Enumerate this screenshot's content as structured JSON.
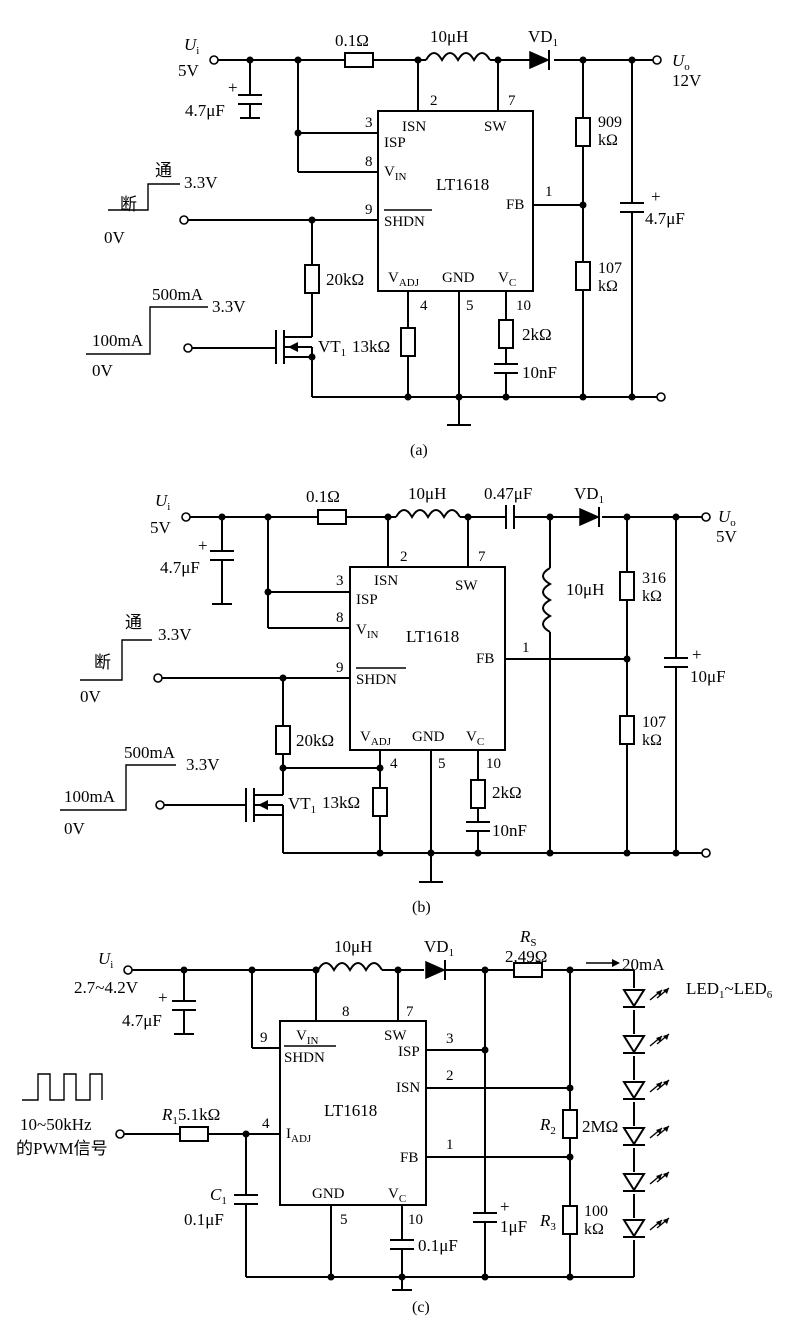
{
  "a": {
    "caption": "(a)",
    "input": {
      "label_main": "U",
      "label_sub": "i",
      "voltage": "5V"
    },
    "output": {
      "label_main": "U",
      "label_sub": "o",
      "voltage": "12V"
    },
    "c_in": {
      "value": "4.7μF",
      "polarity": "+"
    },
    "r_sense": "0.1Ω",
    "inductor": "10μH",
    "diode": {
      "main": "VD",
      "sub": "1"
    },
    "r_top": {
      "line1": "909",
      "line2": "kΩ"
    },
    "r_bot": {
      "line1": "107",
      "line2": "kΩ"
    },
    "c_out": {
      "value": "4.7μF",
      "polarity": "+"
    },
    "chip": "LT1618",
    "pins": {
      "p2": "2",
      "p7": "7",
      "p3": "3",
      "p8": "8",
      "p9": "9",
      "p1": "1",
      "p4": "4",
      "p5": "5",
      "p10": "10"
    },
    "pin_names": {
      "isn": "ISN",
      "sw": "SW",
      "isp": "ISP",
      "vin": "V",
      "vin_sub": "IN",
      "shdn": "SHDN",
      "fb": "FB",
      "vadj": "V",
      "vadj_sub": "ADJ",
      "gnd": "GND",
      "vc": "V",
      "vc_sub": "C"
    },
    "shdn_ctrl": {
      "on": "通",
      "on_v": "3.3V",
      "off": "断",
      "off_v": "0V"
    },
    "cur_ctrl": {
      "hi": "500mA",
      "hi_v": "3.3V",
      "lo": "100mA",
      "lo_v": "0V"
    },
    "r_20k": "20kΩ",
    "vt": {
      "main": "VT",
      "sub": "1"
    },
    "r_13k": "13kΩ",
    "r_2k": "2kΩ",
    "c_10n": "10nF"
  },
  "b": {
    "caption": "(b)",
    "input": {
      "label_main": "U",
      "label_sub": "i",
      "voltage": "5V"
    },
    "output": {
      "label_main": "U",
      "label_sub": "o",
      "voltage": "5V"
    },
    "c_in": {
      "value": "4.7μF",
      "polarity": "+"
    },
    "r_sense": "0.1Ω",
    "inductor": "10μH",
    "c_couple": "0.47μF",
    "diode": {
      "main": "VD",
      "sub": "1"
    },
    "inductor2": "10μH",
    "r_top": {
      "line1": "316",
      "line2": "kΩ"
    },
    "r_bot": {
      "line1": "107",
      "line2": "kΩ"
    },
    "c_out": {
      "value": "10μF",
      "polarity": "+"
    },
    "chip": "LT1618",
    "pins": {
      "p2": "2",
      "p7": "7",
      "p3": "3",
      "p8": "8",
      "p9": "9",
      "p1": "1",
      "p4": "4",
      "p5": "5",
      "p10": "10"
    },
    "pin_names": {
      "isn": "ISN",
      "sw": "SW",
      "isp": "ISP",
      "vin": "V",
      "vin_sub": "IN",
      "shdn": "SHDN",
      "fb": "FB",
      "vadj": "V",
      "vadj_sub": "ADJ",
      "gnd": "GND",
      "vc": "V",
      "vc_sub": "C"
    },
    "shdn_ctrl": {
      "on": "通",
      "on_v": "3.3V",
      "off": "断",
      "off_v": "0V"
    },
    "cur_ctrl": {
      "hi": "500mA",
      "hi_v": "3.3V",
      "lo": "100mA",
      "lo_v": "0V"
    },
    "r_20k": "20kΩ",
    "vt": {
      "main": "VT",
      "sub": "1"
    },
    "r_13k": "13kΩ",
    "r_2k": "2kΩ",
    "c_10n": "10nF"
  },
  "c": {
    "caption": "(c)",
    "input": {
      "label_main": "U",
      "label_sub": "i",
      "voltage": "2.7~4.2V"
    },
    "c_in": {
      "value": "4.7μF",
      "polarity": "+"
    },
    "inductor": "10μH",
    "diode": {
      "main": "VD",
      "sub": "1"
    },
    "rs": {
      "main": "R",
      "sub": "S",
      "value": "2.49Ω"
    },
    "current": "20mA",
    "leds": {
      "main": "LED",
      "sub1": "1",
      "sep": "~LED",
      "sub2": "6"
    },
    "chip": "LT1618",
    "pins": {
      "p9": "9",
      "p8": "8",
      "p7": "7",
      "p3": "3",
      "p2": "2",
      "p4": "4",
      "p1": "1",
      "p5": "5",
      "p10": "10"
    },
    "pin_names": {
      "vin": "V",
      "vin_sub": "IN",
      "shdn": "SHDN",
      "sw": "SW",
      "isp": "ISP",
      "isn": "ISN",
      "iadj": "I",
      "iadj_sub": "ADJ",
      "fb": "FB",
      "gnd": "GND",
      "vc": "V",
      "vc_sub": "C"
    },
    "pwm": {
      "line1": "10~50kHz",
      "line2": "的PWM信号"
    },
    "r1": {
      "main": "R",
      "sub": "1",
      "value": "5.1kΩ"
    },
    "c1": {
      "main": "C",
      "sub": "1",
      "value": "0.1μF"
    },
    "c_vc": "0.1μF",
    "c_out": {
      "value": "1μF",
      "polarity": "+"
    },
    "r2": {
      "main": "R",
      "sub": "2",
      "value": "2MΩ"
    },
    "r3": {
      "main": "R",
      "sub": "3",
      "line1": "100",
      "line2": "kΩ"
    }
  }
}
